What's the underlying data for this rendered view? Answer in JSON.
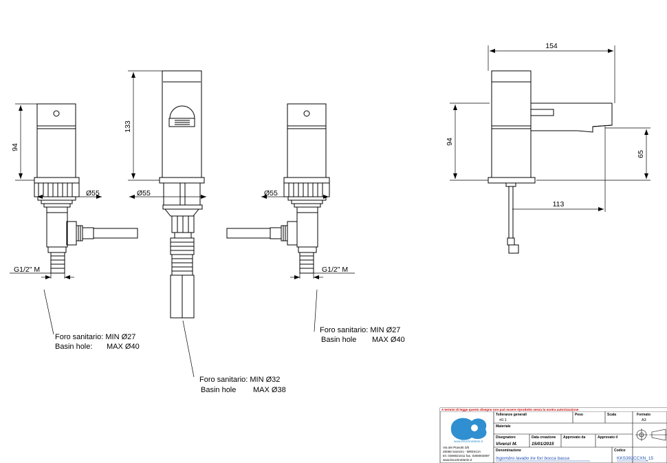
{
  "dimensions": {
    "overall_length": "154",
    "height_left": "94",
    "height_spout": "133",
    "height_side": "94",
    "spout_height": "65",
    "spout_reach": "113",
    "dia_left": "Ø55",
    "dia_center": "Ø55",
    "dia_right": "Ø55",
    "thread_left": "G1/2\" M",
    "thread_right": "G1/2\" M"
  },
  "notes": {
    "left": {
      "line1": "Foro sanitario: MIN Ø27",
      "line2_label": "Basin hole:",
      "line2_value": "MAX Ø40"
    },
    "center": {
      "line1": "Foro sanitario: MIN Ø32",
      "line2_label": "Basin hole",
      "line2_value": "MAX Ø38"
    },
    "right": {
      "line1": "Foro sanitario: MIN Ø27",
      "line2_label": "Basin hole",
      "line2_value": "MAX Ø40"
    }
  },
  "title_block": {
    "warning": "A termini di legge questo disegno non può essere riprodotto senza la nostra autorizzazione",
    "website_logo": "www.bruzzinetterie.it",
    "address_1": "Via dei Pianotti 3/5",
    "address_2": "25068 Sarezzo - BRESCIA",
    "address_3": "tel. 0308021011 fax. 0308003097",
    "address_4": "www.bruzzinetterie.it",
    "tolleranze_label": "Tolleranze generali",
    "tolleranze_value": "±0.1",
    "peso_label": "Peso",
    "scala_label": "Scala",
    "formato_label": "Formato",
    "formato_value": "A3",
    "materiale_label": "Materiale",
    "disegnatore_label": "Disegnatore",
    "disegnatore_value": "Vivenzi M.",
    "data_label": "Data creazione",
    "data_value": "15/01/2015",
    "approvato_da_label": "Approvato da",
    "approvato_il_label": "Approvato il",
    "denominazione_label": "Denominazione",
    "denominazione_value": "Ingombro lavabo tre fori bocca bassa",
    "codice_label": "Codice",
    "codice_value": "KKS392CCXN_15"
  }
}
